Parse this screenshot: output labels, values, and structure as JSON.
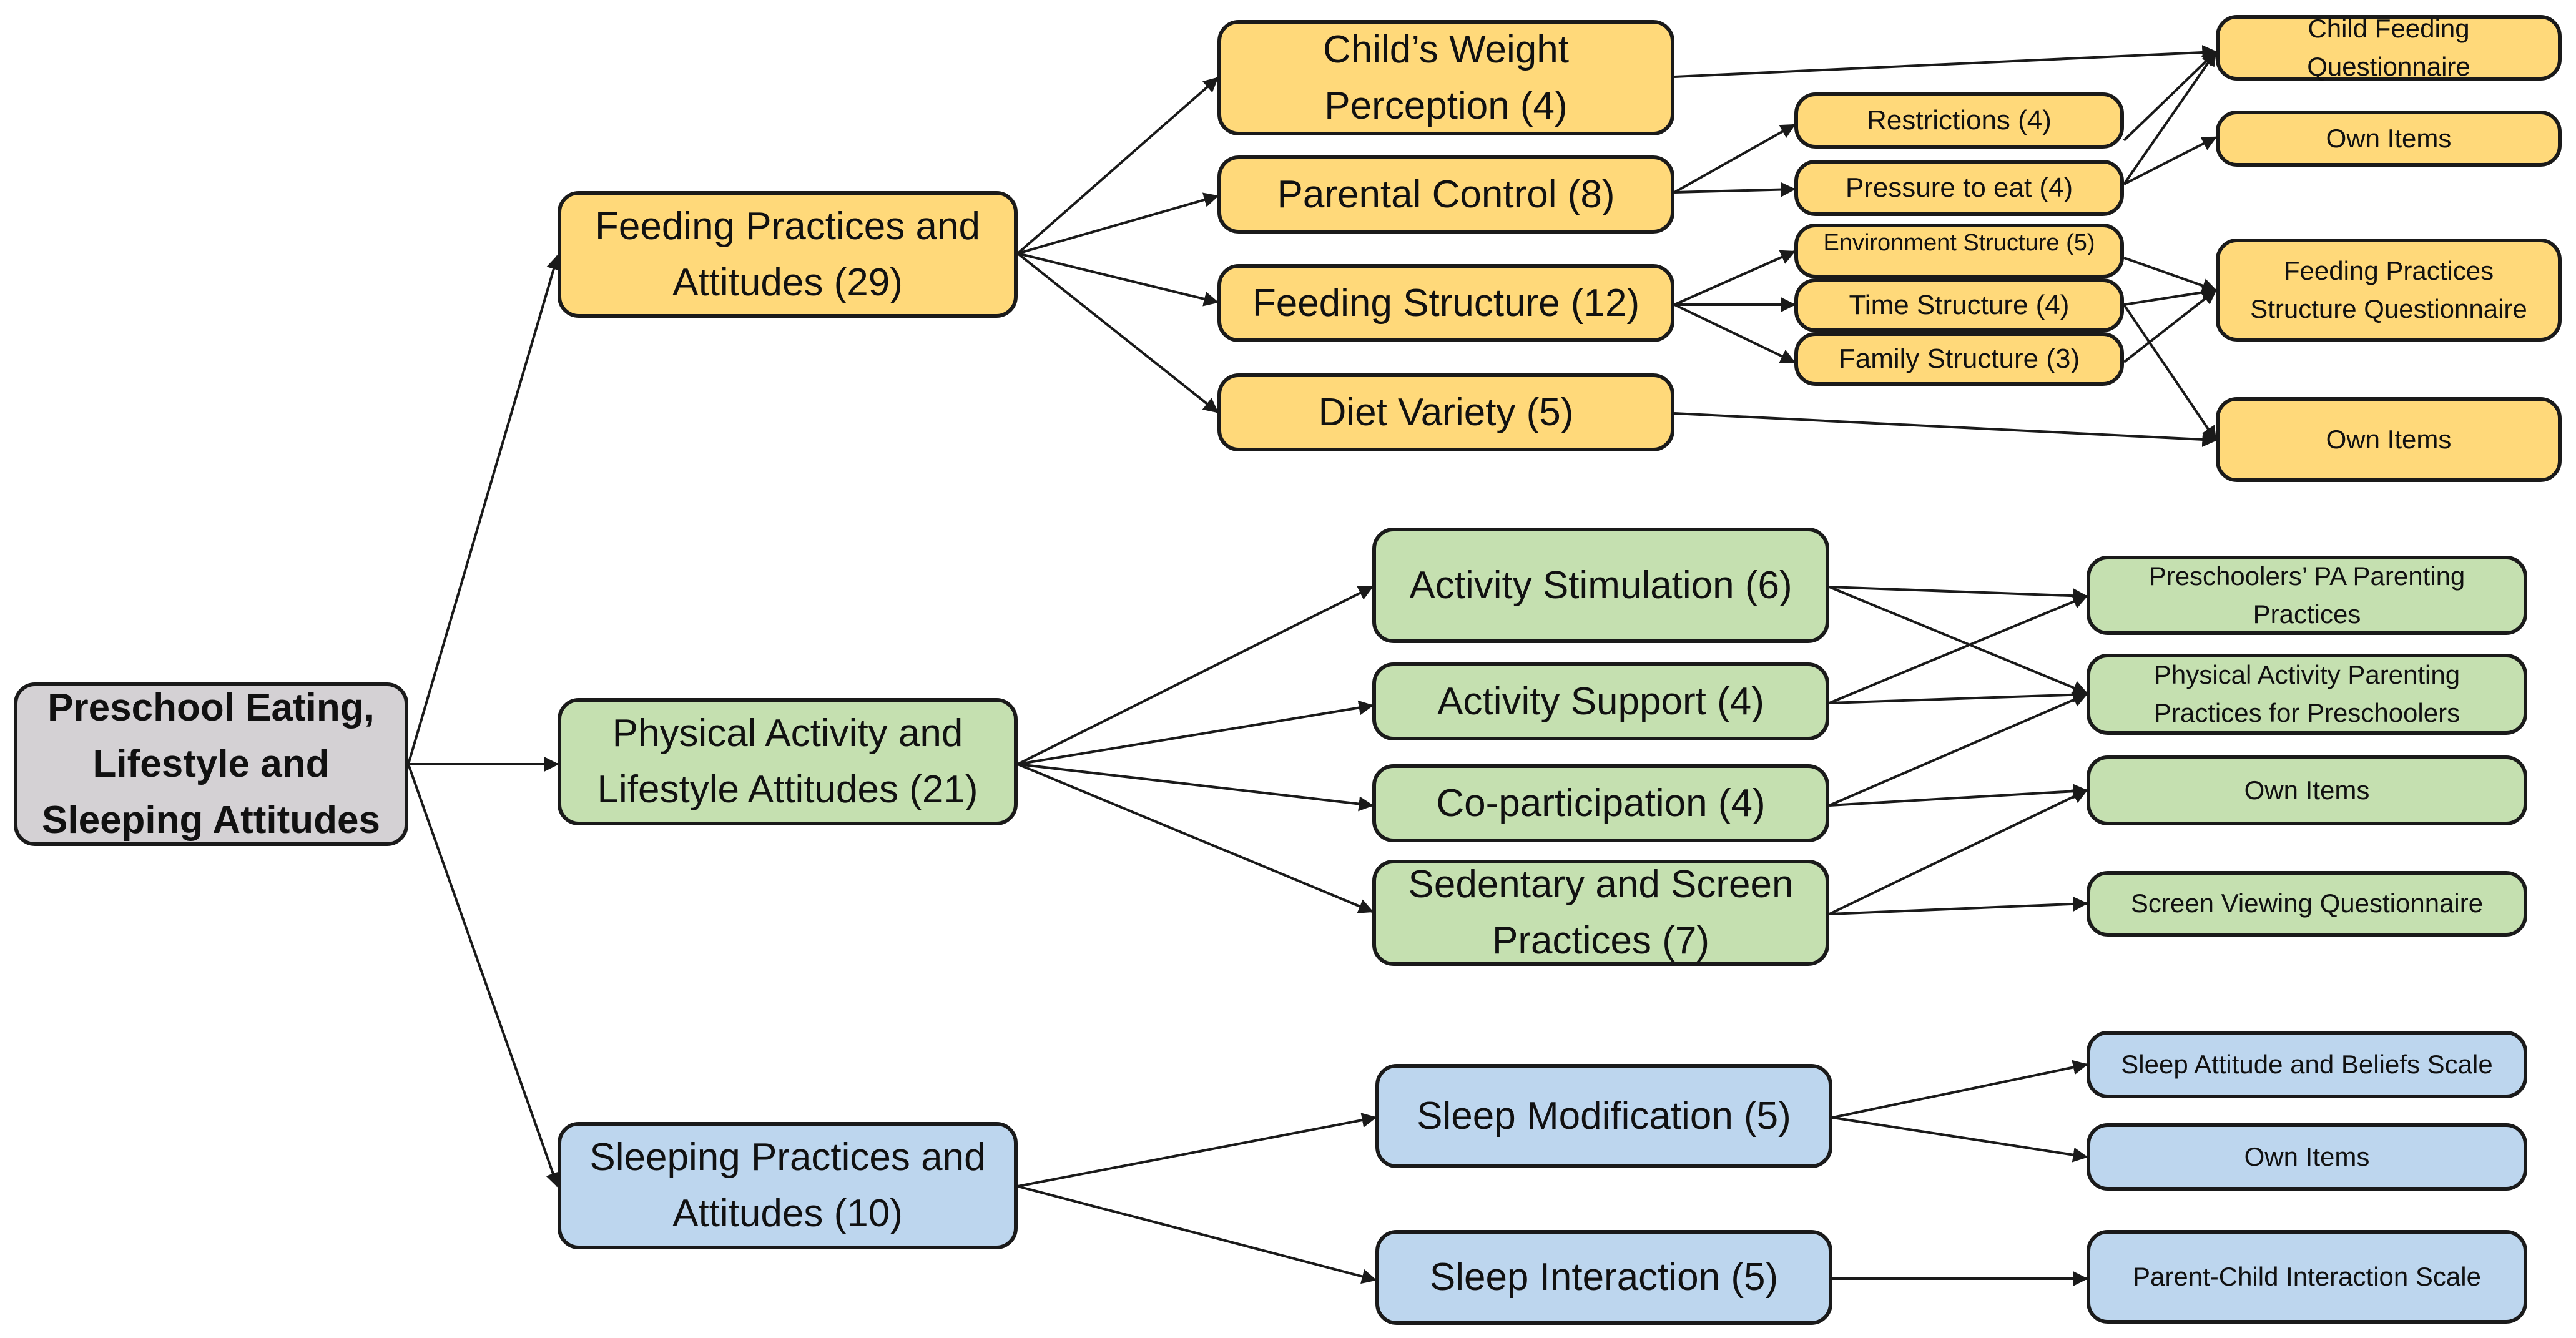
{
  "colors": {
    "root": "#d4d1d4",
    "feeding": "#ffd97a",
    "activity": "#c5e0b0",
    "sleeping": "#bdd6ee",
    "stroke": "#1a1a1a"
  },
  "root": {
    "label": "Preschool Eating, Lifestyle and Sleeping Attitudes"
  },
  "domains": {
    "feeding": "Feeding Practices and Attitudes (29)",
    "activity": "Physical Activity and Lifestyle Attitudes (21)",
    "sleeping": "Sleeping Practices and Attitudes (10)"
  },
  "factors": {
    "weight_perception": "Child’s Weight Perception (4)",
    "parental_control": "Parental Control (8)",
    "feeding_structure": "Feeding Structure (12)",
    "diet_variety": "Diet Variety (5)",
    "activity_stimulation": "Activity Stimulation (6)",
    "activity_support": "Activity Support (4)",
    "co_participation": "Co-participation (4)",
    "sedentary_screen": "Sedentary and Screen Practices (7)",
    "sleep_modification": "Sleep Modification (5)",
    "sleep_interaction": "Sleep Interaction (5)"
  },
  "subfactors": {
    "restrictions": "Restrictions (4)",
    "pressure_to_eat": "Pressure to eat (4)",
    "environment_structure": "Environment Structure (5)",
    "time_structure": "Time Structure (4)",
    "family_structure": "Family Structure (3)"
  },
  "sources": {
    "child_feeding_q": "Child Feeding Questionnaire",
    "own_items_1": "Own Items",
    "feeding_practices_structure_q": "Feeding Practices Structure Questionnaire",
    "own_items_2": "Own Items",
    "preschoolers_pa": "Preschoolers’ PA Parenting Practices",
    "pa_parenting_practices": "Physical Activity Parenting Practices for Preschoolers",
    "own_items_3": "Own Items",
    "screen_viewing_q": "Screen Viewing Questionnaire",
    "sleep_attitude_scale": "Sleep Attitude and Beliefs Scale",
    "own_items_4": "Own Items",
    "parent_child_interaction": "Parent-Child Interaction Scale"
  }
}
